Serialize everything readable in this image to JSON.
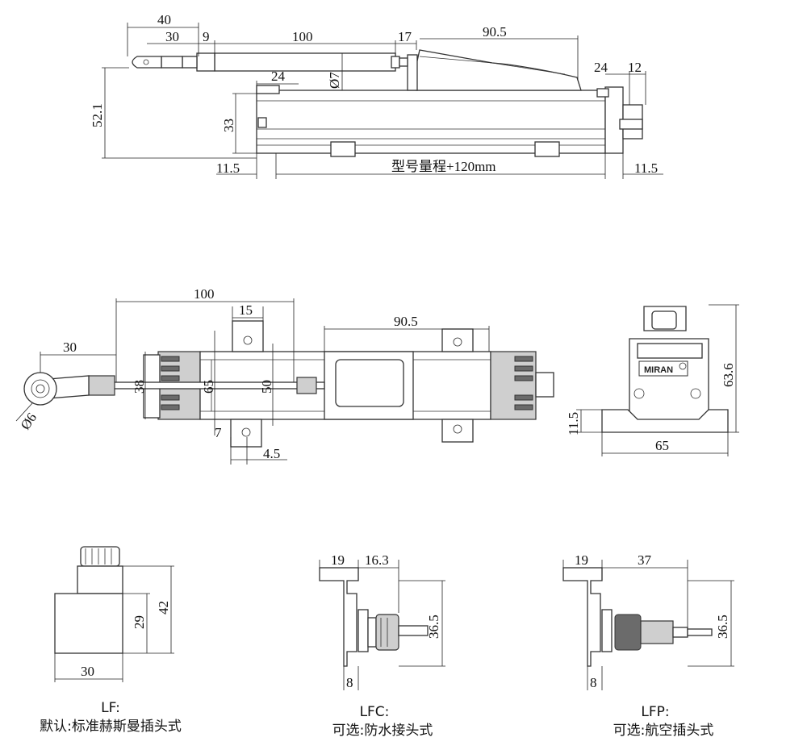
{
  "top_view": {
    "dims": {
      "d40": "40",
      "d30": "30",
      "d9": "9",
      "d100": "100",
      "d17": "17",
      "d905": "90.5",
      "d24a": "24",
      "d7": "Ø7",
      "d24b": "24",
      "d12": "12",
      "d521": "52.1",
      "d33": "33",
      "d115a": "11.5",
      "d115b": "11.5",
      "stroke": "型号量程+120mm"
    }
  },
  "mid_view": {
    "dims": {
      "d100": "100",
      "d15": "15",
      "d905": "90.5",
      "d30": "30",
      "d38": "38",
      "d65": "65",
      "d50": "50",
      "d6": "Ø6",
      "d7": "7",
      "d45": "4.5"
    }
  },
  "end_view": {
    "brand": "MIRAN",
    "dims": {
      "d636": "63.6",
      "d115": "11.5",
      "d65": "65"
    }
  },
  "connectors": [
    {
      "code": "LF:",
      "desc": "默认:标准赫斯曼插头式",
      "dims": {
        "w": "30",
        "h1": "29",
        "h2": "42"
      }
    },
    {
      "code": "LFC:",
      "desc": "可选:防水接头式",
      "dims": {
        "a": "19",
        "b": "16.3",
        "c": "36.5",
        "d": "8"
      }
    },
    {
      "code": "LFP:",
      "desc": "可选:航空插头式",
      "dims": {
        "a": "19",
        "b": "37",
        "c": "36.5",
        "d": "8"
      }
    }
  ]
}
